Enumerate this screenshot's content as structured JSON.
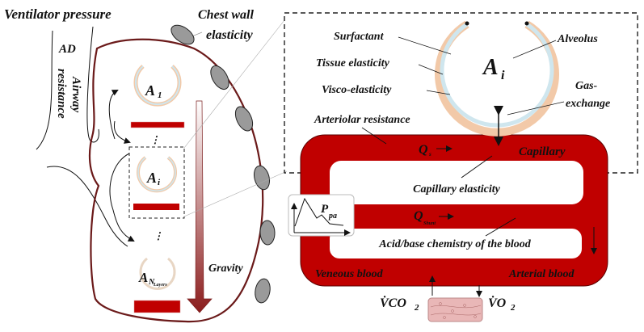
{
  "labels": {
    "ventilator_pressure": "Ventilator pressure",
    "chest_wall": [
      "Chest wall",
      "elasticity"
    ],
    "ad": "AD",
    "airway_resistance": [
      "Airway",
      "resistance"
    ],
    "a1": {
      "main": "A",
      "sub": "1"
    },
    "ai": {
      "main": "A",
      "sub": "i"
    },
    "an": {
      "main": "A",
      "sub": "N",
      "subsub": "Layers"
    },
    "dots": "⋮",
    "gravity": "Gravity",
    "surfactant": "Surfactant",
    "tissue_elasticity": "Tissue elasticity",
    "visco_elasticity": "Visco-elasticity",
    "alveolus": "Alveolus",
    "gas_exchange": [
      "Gas-",
      "exchange"
    ],
    "big_ai": {
      "main": "A",
      "sub": "i"
    },
    "arteriolar_resistance": "Arteriolar resistance",
    "qs": {
      "main": "Q",
      "sub": "s"
    },
    "capillary": "Capillary",
    "capillary_elasticity": "Capillary elasticity",
    "ppa": {
      "main": "P",
      "sub": "pa"
    },
    "qshunt": {
      "main": "Q",
      "sub": "Shunt"
    },
    "acid_base": "Acid/base chemistry of the blood",
    "veneous_blood": "Veneous blood",
    "arterial_blood": "Arterial blood",
    "vco2": {
      "main": "V̇CO",
      "sub": "2"
    },
    "vo2": {
      "main": "V̇O",
      "sub": "2"
    }
  },
  "colors": {
    "blood": "#c00000",
    "lung_outline": "#6b1a1a",
    "rib": "#9a9a9a",
    "alveolus_outer": "#f2c9a8",
    "alveolus_inner": "#cfe6ee",
    "tissue": "#e9b7b7"
  }
}
